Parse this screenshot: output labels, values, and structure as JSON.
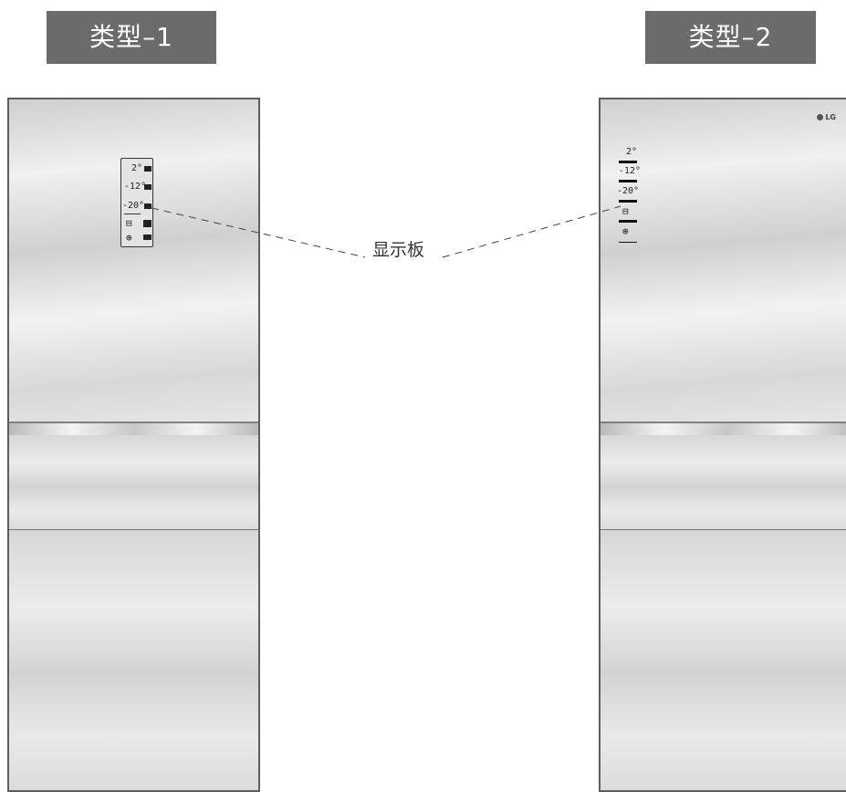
{
  "labels": {
    "type1": "类型–1",
    "type2": "类型–2",
    "callout": "显示板"
  },
  "panel": {
    "temp_fridge": "2°",
    "temp_freezer_a": "-12°",
    "temp_freezer_b": "-20°"
  },
  "brand": "LG",
  "colors": {
    "label_bg": "#6b6b6b",
    "label_text": "#ffffff",
    "outline": "#5e5e5e"
  }
}
